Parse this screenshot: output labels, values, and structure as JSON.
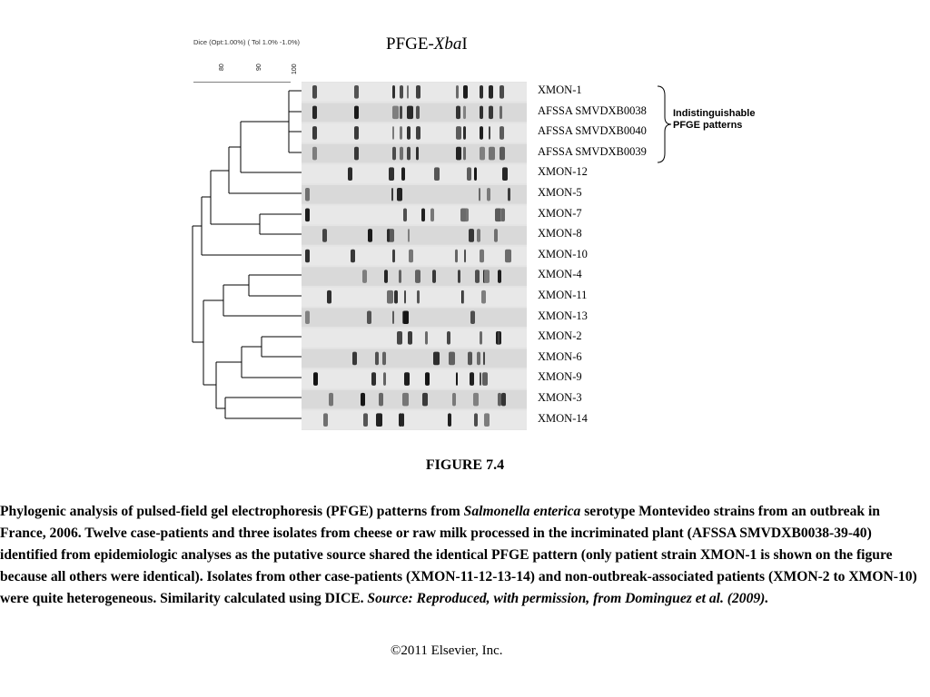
{
  "figure": {
    "title_prefix": "PFGE-",
    "title_italic": "Xba",
    "title_suffix": "I",
    "dice_header": "Dice (Opt:1.00%) ( Tol 1.0% -1.0%)",
    "scale_ticks": [
      "80",
      "90",
      "100"
    ],
    "lanes": [
      "XMON-1",
      "AFSSA SMVDXB0038",
      "AFSSA SMVDXB0040",
      "AFSSA SMVDXB0039",
      "XMON-12",
      "XMON-5",
      "XMON-7",
      "XMON-8",
      "XMON-10",
      "XMON-4",
      "XMON-11",
      "XMON-13",
      "XMON-2",
      "XMON-6",
      "XMON-9",
      "XMON-3",
      "XMON-14"
    ],
    "bracket_label_line1": "Indistinguishable",
    "bracket_label_line2": "PFGE patterns",
    "number": "FIGURE 7.4"
  },
  "caption": {
    "part1": "Phylogenic analysis of pulsed-field gel electrophoresis (PFGE) patterns from ",
    "species": "Salmonella enterica",
    "part2": " serotype Montevideo strains from an outbreak in France, 2006. Twelve case-patients and three isolates from cheese or raw milk processed in the incriminated plant (AFSSA SMVDXB0038-39-40) identified from epidemiologic analyses as the putative source shared the identical PFGE pattern (only patient strain XMON-1 is shown on the figure because all others were identical). Isolates from other case-patients (XMON-11-12-13-14) and non-outbreak-associated patients (XMON-2 to XMON-10) were quite heterogeneous. Similarity calculated using DICE. ",
    "source": "Source: Reproduced, with permission, from Dominguez et al. (2009)."
  },
  "copyright": "©2011 Elsevier, Inc."
}
